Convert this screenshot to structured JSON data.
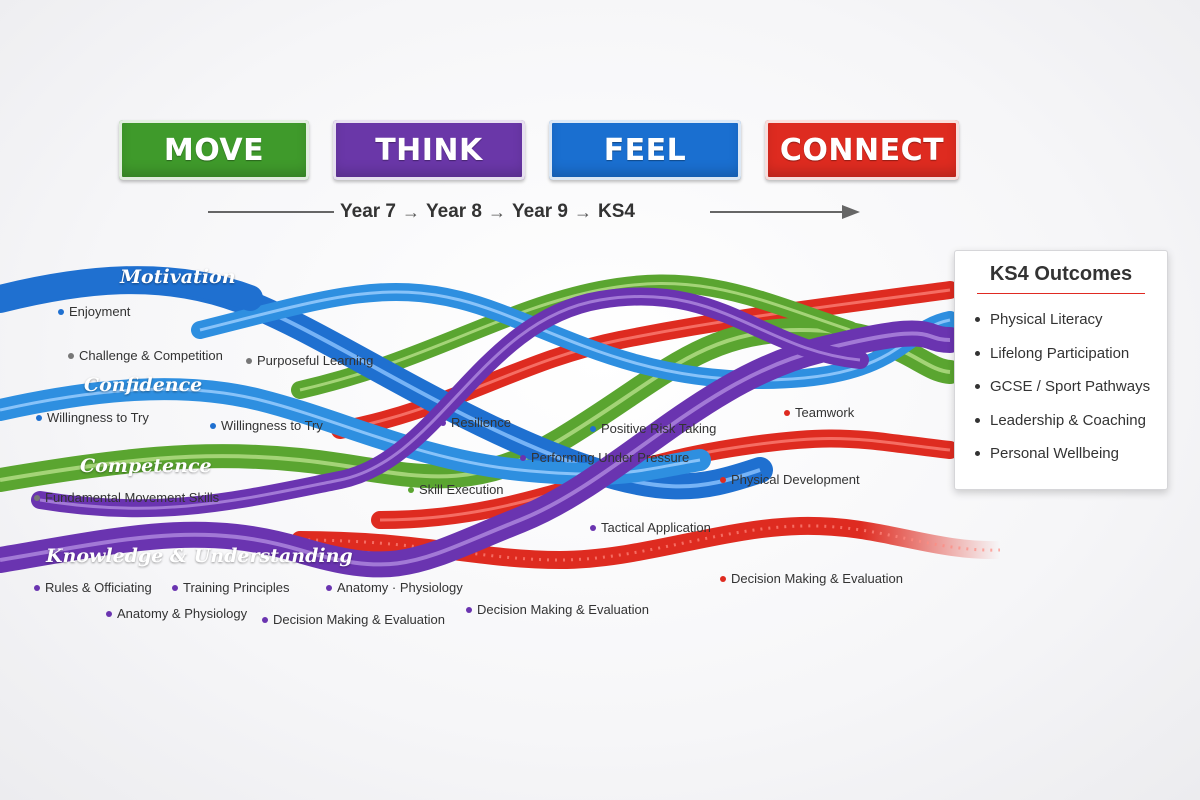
{
  "header": {
    "boxes": [
      {
        "label": "MOVE",
        "color": "#3f9a2b"
      },
      {
        "label": "THINK",
        "color": "#6a37a8"
      },
      {
        "label": "FEEL",
        "color": "#1a6fd0"
      },
      {
        "label": "CONNECT",
        "color": "#de2b20"
      }
    ],
    "timeline": [
      "Year 7",
      "Year 8",
      "Year 9",
      "KS4"
    ]
  },
  "strands": [
    {
      "name": "Motivation",
      "color": "#1f70d0"
    },
    {
      "name": "Confidence",
      "color": "#2e8fe0"
    },
    {
      "name": "Competence",
      "color": "#5aa530"
    },
    {
      "name": "Knowledge & Understanding",
      "color": "#6a34b0"
    }
  ],
  "labels": [
    {
      "text": "Enjoyment",
      "color": "#1f70d0"
    },
    {
      "text": "Challenge & Competition",
      "color": "#777777"
    },
    {
      "text": "Purposeful Learning",
      "color": "#777777"
    },
    {
      "text": "Willingness to Try",
      "color": "#1f70d0"
    },
    {
      "text": "Willingness to Try",
      "color": "#1f70d0"
    },
    {
      "text": "Resilience",
      "color": "#6a34b0"
    },
    {
      "text": "Positive Risk Taking",
      "color": "#1f70d0"
    },
    {
      "text": "Teamwork",
      "color": "#de2b20"
    },
    {
      "text": "Performing Under Pressure",
      "color": "#6a34b0"
    },
    {
      "text": "Physical Development",
      "color": "#de2b20"
    },
    {
      "text": "Fundamental Movement Skills",
      "color": "#777777"
    },
    {
      "text": "Skill Execution",
      "color": "#5aa530"
    },
    {
      "text": "Tactical Application",
      "color": "#6a34b0"
    },
    {
      "text": "Decision Making & Evaluation",
      "color": "#de2b20"
    },
    {
      "text": "Rules & Officiating",
      "color": "#6a34b0"
    },
    {
      "text": "Training Principles",
      "color": "#6a34b0"
    },
    {
      "text": "Anatomy · Physiology",
      "color": "#6a34b0"
    },
    {
      "text": "Decision Making & Evaluation",
      "color": "#6a34b0"
    },
    {
      "text": "Anatomy & Physiology",
      "color": "#6a34b0"
    },
    {
      "text": "Decision Making & Evaluation",
      "color": "#6a34b0"
    }
  ],
  "outcomes": {
    "title": "KS4 Outcomes",
    "items": [
      "Physical Literacy",
      "Lifelong Participation",
      "GCSE / Sport Pathways",
      "Leadership & Coaching",
      "Personal Wellbeing"
    ]
  }
}
